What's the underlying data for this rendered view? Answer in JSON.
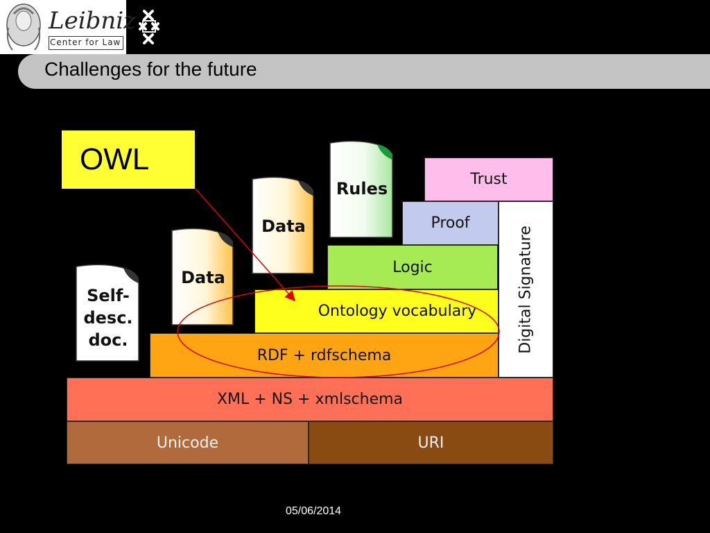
{
  "header": {
    "logo_text": "Leibniz",
    "logo_subtext": "Center for Law",
    "title": "Challenges for the future"
  },
  "diagram": {
    "callout": "OWL",
    "documents": [
      {
        "label": "Self-\ndesc.\ndoc."
      },
      {
        "label": "Data"
      },
      {
        "label": "Data"
      },
      {
        "label": "Rules"
      }
    ],
    "layers": {
      "unicode": "Unicode",
      "uri": "URI",
      "xml": "XML + NS + xmlschema",
      "rdf": "RDF + rdfschema",
      "ontology": "Ontology vocabulary",
      "logic": "Logic",
      "proof": "Proof",
      "trust": "Trust",
      "digital_signature": "Digital Signature"
    },
    "colors": {
      "unicode": "#b06a3c",
      "uri": "#8a4b12",
      "xml": "#ff7057",
      "rdf": "#ffa514",
      "ontology": "#ffff1e",
      "logic": "#a6eb54",
      "proof": "#c2cbee",
      "trust": "#ffbdec",
      "owl": "#ffff33",
      "highlight": "#e00000"
    }
  },
  "footer": {
    "date": "05/06/2014"
  }
}
